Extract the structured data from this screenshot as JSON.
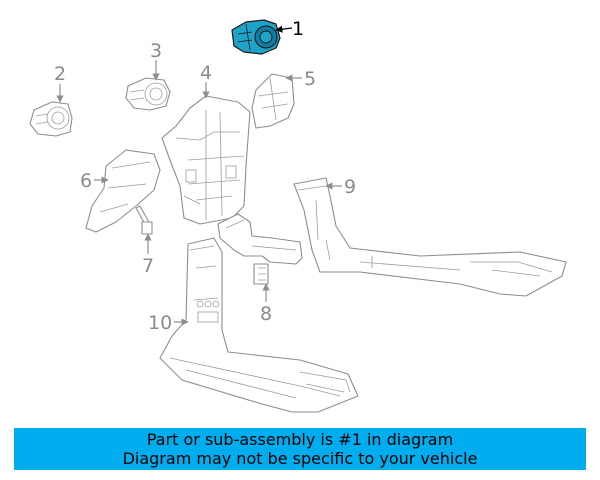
{
  "callouts": [
    {
      "label": "1",
      "highlighted": true
    },
    {
      "label": "2",
      "highlighted": false
    },
    {
      "label": "3",
      "highlighted": false
    },
    {
      "label": "4",
      "highlighted": false
    },
    {
      "label": "5",
      "highlighted": false
    },
    {
      "label": "6",
      "highlighted": false
    },
    {
      "label": "7",
      "highlighted": false
    },
    {
      "label": "8",
      "highlighted": false
    },
    {
      "label": "9",
      "highlighted": false
    },
    {
      "label": "10",
      "highlighted": false
    }
  ],
  "banner": {
    "line1": "Part or sub-assembly is #1 in diagram",
    "line2": "Diagram may not be specific to your vehicle"
  },
  "colors": {
    "banner_bg": "#00aeef",
    "highlight_part": "#1fa3c8",
    "line_art": "#8e8e8e",
    "callout_text": "#8a8a8a",
    "highlight_text": "#000000"
  }
}
